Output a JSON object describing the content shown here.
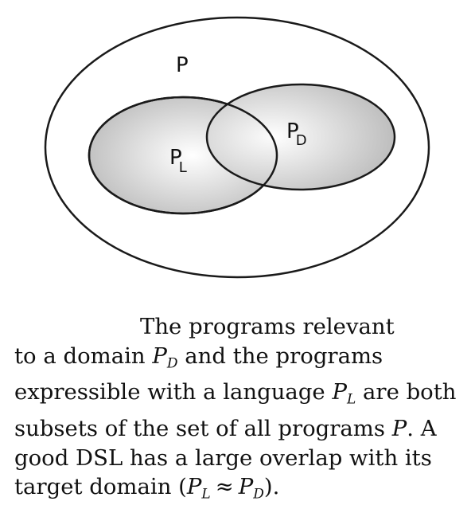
{
  "diagram": {
    "outer_label": "P",
    "left_label": {
      "main": "P",
      "sub": "L"
    },
    "right_label": {
      "main": "P",
      "sub": "D"
    }
  },
  "caption": {
    "line1": "The programs relevant",
    "line2_pre": "to a domain ",
    "line2_var": "P",
    "line2_sub": "D",
    "line2_post": " and the programs",
    "line3_pre": "expressible with a language ",
    "line3_var": "P",
    "line3_sub": "L",
    "line3_post": " are both",
    "line4_pre": "subsets of the set of all programs ",
    "line4_var": "P",
    "line4_post": ". A",
    "line5": "good DSL has a large overlap with its",
    "line6_pre": "target domain (",
    "line6_var1": "P",
    "line6_sub1": "L",
    "line6_approx": "≈",
    "line6_var2": "P",
    "line6_sub2": "D",
    "line6_post": ")."
  },
  "colors": {
    "stroke": "#1a1a1a",
    "fill_light": "#ffffff",
    "fill_dark": "#b8b8b8"
  }
}
